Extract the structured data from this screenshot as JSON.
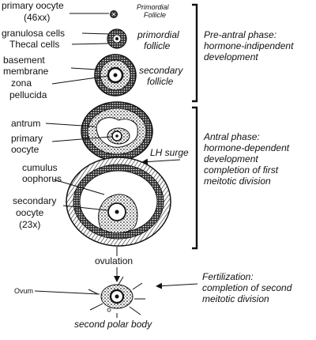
{
  "labels": {
    "primary_oocyte": "primary oocyte",
    "ploidy_46": "(46xx)",
    "granulosa_cells": "granulosa cells",
    "thecal_cells": "Thecal cells",
    "basement": "basement",
    "membrane": "membrane",
    "zona": "zona",
    "pellucida": "pellucida",
    "antrum": "antrum",
    "primary2": "primary",
    "oocyte2": "oocyte",
    "cumulus": "cumulus",
    "oophorus": "oophorus",
    "secondary": "secondary",
    "oocyte3": "oocyte",
    "ploidy_23": "(23x)",
    "ovulation": "ovulation",
    "ovum": "Ovum",
    "second_polar_body": "second polar body"
  },
  "stages": {
    "primordial_small_1": "Primordial",
    "primordial_small_2": "Follicle",
    "primordial_1": "primordial",
    "primordial_2": "follicle",
    "secondary_1": "secondary",
    "secondary_2": "follicle",
    "lh_surge": "LH surge"
  },
  "phases": {
    "preantral": [
      "Pre-antral phase:",
      "hormone-indipendent",
      "development"
    ],
    "antral": [
      "Antral phase:",
      "hormone-dependent",
      "development",
      "completion of first",
      "meitotic division"
    ],
    "fertilization": [
      "Fertilization:",
      "completion of second",
      "meitotic division"
    ]
  }
}
